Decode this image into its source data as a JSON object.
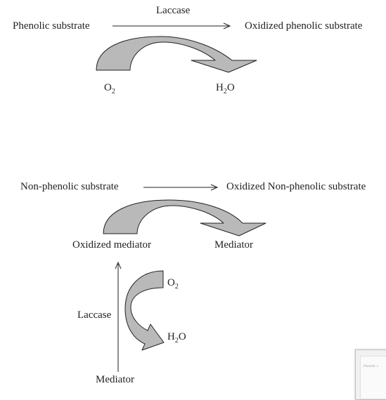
{
  "top": {
    "enzyme": "Laccase",
    "substrate": "Phenolic substrate",
    "product": "Oxidized phenolic substrate",
    "o2": "O2",
    "h2o": "H2O"
  },
  "bottom": {
    "substrate": "Non-phenolic substrate",
    "product": "Oxidized Non-phenolic substrate",
    "oxidized_mediator": "Oxidized mediator",
    "mediator_right": "Mediator",
    "o2": "O2",
    "h2o": "H2O",
    "enzyme": "Laccase",
    "mediator_bottom": "Mediator"
  },
  "thumbnail": {
    "text": "Phenolic s"
  },
  "colors": {
    "arrow_fill": "#b9b9b9",
    "line": "#222222"
  }
}
